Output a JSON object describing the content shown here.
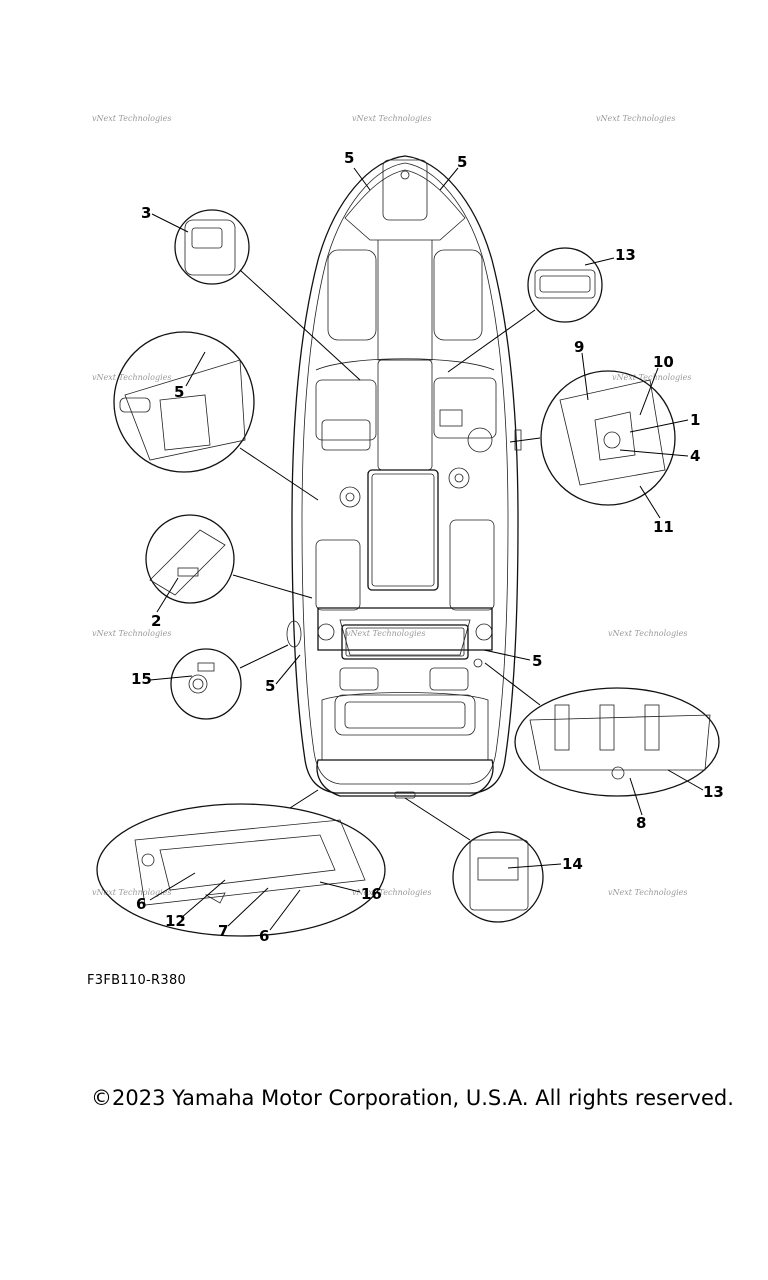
{
  "figure_code": "F3FB110-R380",
  "copyright": "©2023 Yamaha Motor Corporation, U.S.A. All rights reserved.",
  "watermark_text": "vNext Technologies",
  "callouts": {
    "c1": "1",
    "c2": "2",
    "c3": "3",
    "c4": "4",
    "c5a": "5",
    "c5b": "5",
    "c5c": "5",
    "c5d": "5",
    "c5e": "5",
    "c6a": "6",
    "c6b": "6",
    "c7": "7",
    "c8": "8",
    "c9": "9",
    "c10": "10",
    "c11": "11",
    "c12": "12",
    "c13a": "13",
    "c13b": "13",
    "c14": "14",
    "c15": "15",
    "c16": "16"
  }
}
